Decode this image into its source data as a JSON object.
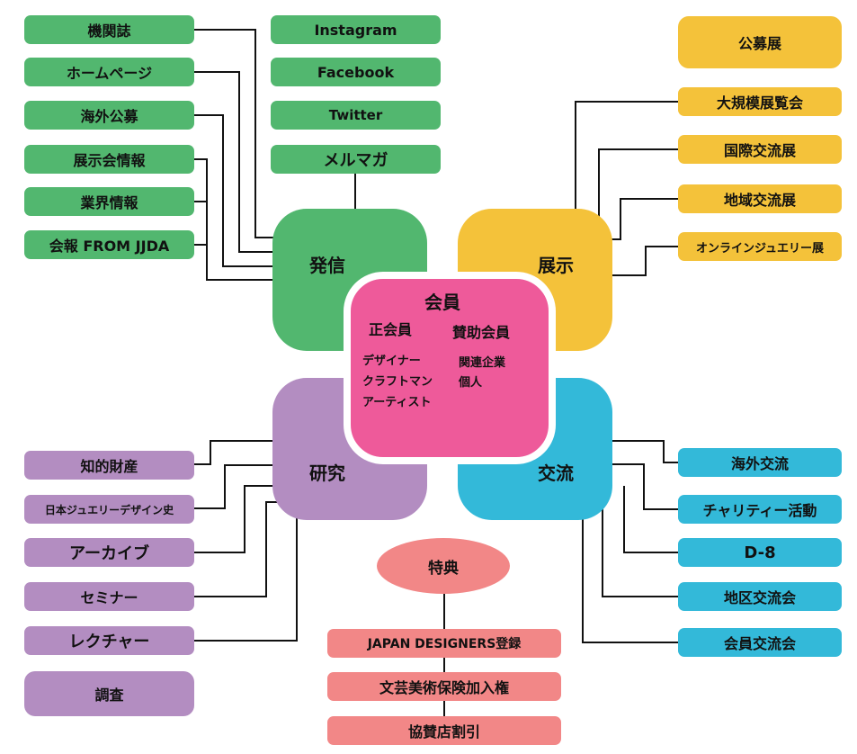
{
  "hubs": {
    "hasshin": "発信",
    "tenji": "展示",
    "kenkyu": "研究",
    "koryu": "交流"
  },
  "member": {
    "title": "会員",
    "regular": "正会員",
    "supporting": "賛助会員",
    "designer": "デザイナー",
    "craftsman": "クラフトマン",
    "artist": "アーティスト",
    "related_company": "関連企業",
    "individual": "個人"
  },
  "hasshin_left": [
    "機関誌",
    "ホームページ",
    "海外公募",
    "展示会情報",
    "業界情報",
    "会報 FROM JJDA"
  ],
  "hasshin_top": [
    "Instagram",
    "Facebook",
    "Twitter",
    "メルマガ"
  ],
  "tenji_items": [
    "公募展",
    "大規模展覧会",
    "国際交流展",
    "地域交流展",
    "オンラインジュエリー展"
  ],
  "kenkyu_items": [
    "知的財産",
    "日本ジュエリーデザイン史",
    "アーカイブ",
    "セミナー",
    "レクチャー",
    "調査"
  ],
  "koryu_items": [
    "海外交流",
    "チャリティー活動",
    "D-8",
    "地区交流会",
    "会員交流会"
  ],
  "tokuten": {
    "title": "特典",
    "items": [
      "JAPAN DESIGNERS登録",
      "文芸美術保険加入権",
      "協賛店割引"
    ]
  },
  "colors": {
    "green": "#52b76f",
    "yellow": "#f4c23a",
    "purple": "#b38dc1",
    "blue": "#33b9d9",
    "pink": "#f28787",
    "magenta": "#ee5a9a"
  }
}
